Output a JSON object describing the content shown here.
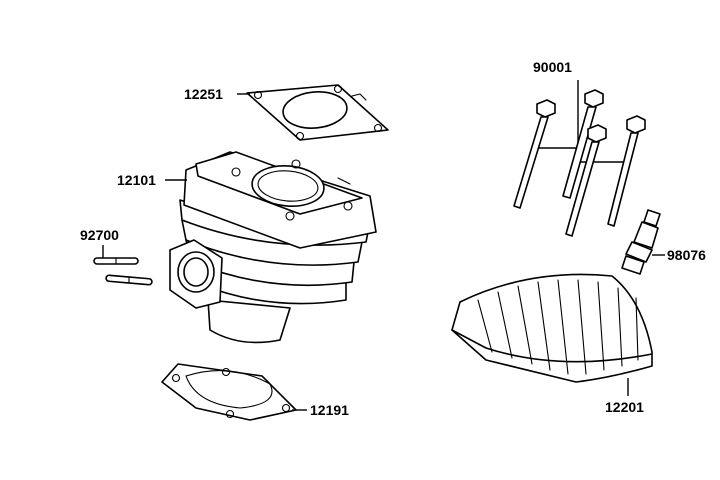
{
  "parts": [
    {
      "id": "p12251",
      "number": "12251"
    },
    {
      "id": "p12101",
      "number": "12101"
    },
    {
      "id": "p92700",
      "number": "92700"
    },
    {
      "id": "p12191",
      "number": "12191"
    },
    {
      "id": "p90001",
      "number": "90001"
    },
    {
      "id": "p98076",
      "number": "98076"
    },
    {
      "id": "p12201",
      "number": "12201"
    }
  ]
}
